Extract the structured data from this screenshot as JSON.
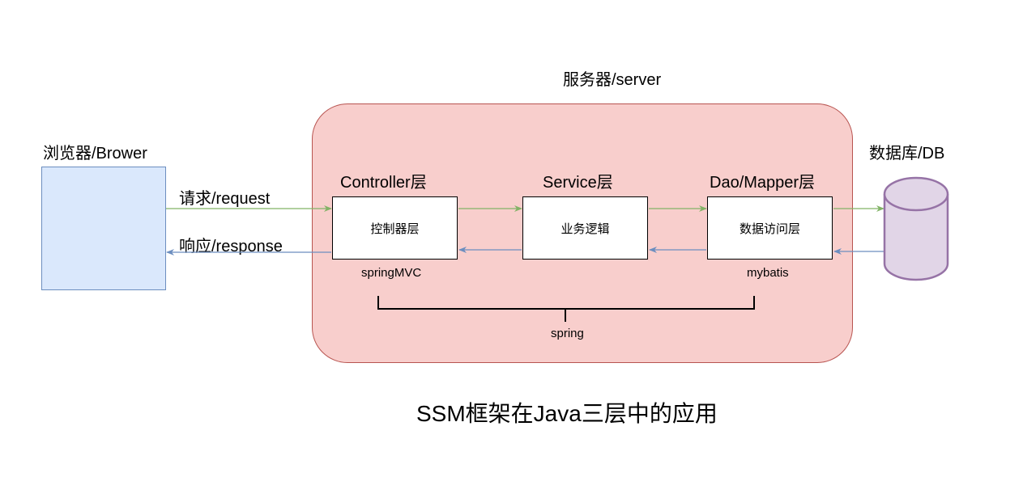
{
  "server": {
    "title": "服务器/server"
  },
  "browser": {
    "title": "浏览器/Brower"
  },
  "database": {
    "title": "数据库/DB",
    "colors": {
      "fill": "#e1d5e7",
      "stroke": "#9673a6"
    }
  },
  "edges": {
    "request_label": "请求/request",
    "response_label": "响应/response",
    "colors": {
      "request": "#82b366",
      "response": "#6c8ebf"
    }
  },
  "layers": [
    {
      "title": "Controller层",
      "content": "控制器层",
      "framework": "springMVC"
    },
    {
      "title": "Service层",
      "content": "业务逻辑",
      "framework": ""
    },
    {
      "title": "Dao/Mapper层",
      "content": "数据访问层",
      "framework": "mybatis"
    }
  ],
  "spring_label": "spring",
  "caption": "SSM框架在Java三层中的应用"
}
